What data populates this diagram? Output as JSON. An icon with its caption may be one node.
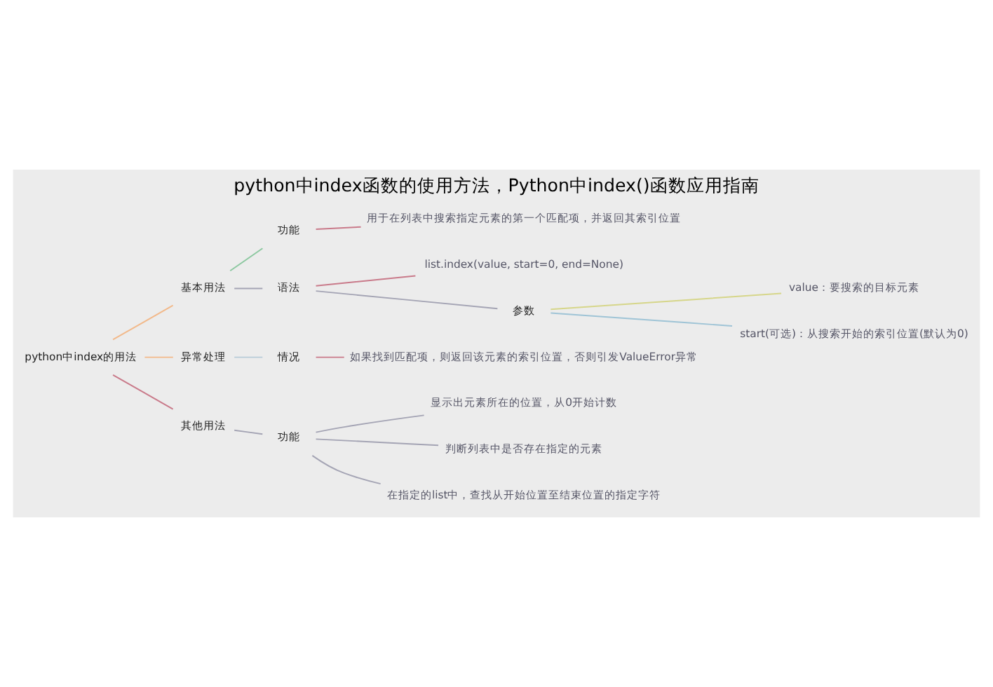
{
  "diagram": {
    "title": "python中index函数的使用方法，Python中index()函数应用指南",
    "nodes": [
      {
        "text": [
          "python中index的用法"
        ]
      },
      {
        "text": [
          "基本用法"
        ]
      },
      {
        "text": [
          "功能"
        ]
      },
      {
        "text": [
          "用于在列表中搜索指定元素的第一个匹配项，并返回其索引位置"
        ]
      },
      {
        "text": [
          "语法"
        ]
      },
      {
        "text": [
          "list.index(value, start=0, end=None)"
        ]
      },
      {
        "text": [
          "参数"
        ]
      },
      {
        "text": [
          "value：要搜索的目标元素"
        ]
      },
      {
        "text": [
          "start(可选)：从搜索开始的索引位置(默认为0)"
        ]
      },
      {
        "text": [
          "异常处理"
        ]
      },
      {
        "text": [
          "情况"
        ]
      },
      {
        "text": [
          "如果找到匹配项，则返回该元素的索引位置，否则引发ValueError异常"
        ]
      },
      {
        "text": [
          "其他用法"
        ]
      },
      {
        "text": [
          "功能"
        ]
      },
      {
        "text": [
          "显示出元素所在的位置，从0开始计数"
        ]
      },
      {
        "text": [
          "判断列表中是否存在指定的元素"
        ]
      },
      {
        "text": [
          "在指定的list中，查找从开始位置至结束位置的指定字符"
        ]
      }
    ],
    "edges": [
      {
        "from": 0,
        "to": 1,
        "arrow": "none",
        "color": "#f2b98a"
      },
      {
        "from": 1,
        "to": 2,
        "arrow": "none",
        "color": "#8cc8a0"
      },
      {
        "from": 2,
        "to": 3,
        "arrow": "none",
        "color": "#c97a8a"
      },
      {
        "from": 1,
        "to": 4,
        "arrow": "none"
      },
      {
        "from": 4,
        "to": 5,
        "arrow": "none",
        "color": "#c97a8a"
      },
      {
        "from": 4,
        "to": 6,
        "arrow": "none"
      },
      {
        "from": 6,
        "to": 7,
        "arrow": "none",
        "color": "#d6d68a"
      },
      {
        "from": 6,
        "to": 8,
        "arrow": "none",
        "color": "#9fc4d6"
      },
      {
        "from": 0,
        "to": 9,
        "arrow": "none",
        "color": "#f2b98a"
      },
      {
        "from": 9,
        "to": 10,
        "arrow": "none",
        "color": "#b8ccd8"
      },
      {
        "from": 10,
        "to": 11,
        "arrow": "none",
        "color": "#c97a8a"
      },
      {
        "from": 0,
        "to": 12,
        "arrow": "none",
        "color": "#c97a8a"
      },
      {
        "from": 12,
        "to": 13,
        "arrow": "none"
      },
      {
        "from": 13,
        "to": 14,
        "arrow": "none"
      },
      {
        "from": 13,
        "to": 15,
        "arrow": "none"
      },
      {
        "from": 13,
        "to": 16,
        "arrow": "none"
      }
    ]
  }
}
